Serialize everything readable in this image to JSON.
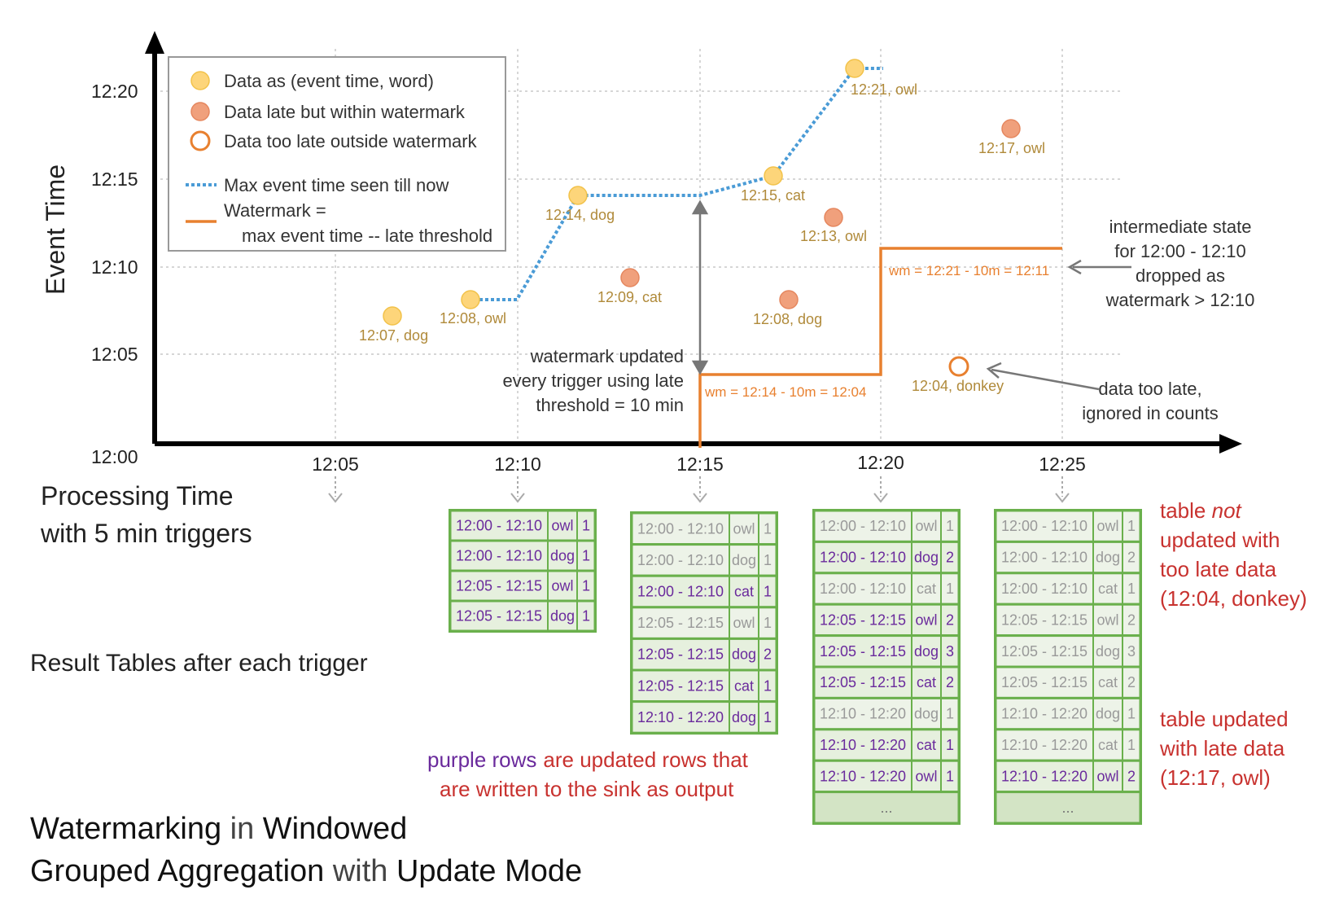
{
  "axes": {
    "y_title": "Event Time",
    "y_ticks": [
      "12:00",
      "12:05",
      "12:10",
      "12:15",
      "12:20"
    ],
    "x_ticks": [
      "12:05",
      "12:10",
      "12:15",
      "12:20",
      "12:25"
    ],
    "x_title_line1": "Processing Time",
    "x_title_line2": "with 5 min triggers"
  },
  "legend": {
    "data": "Data as (event time, word)",
    "late": "Data late but within watermark",
    "too_late": "Data too late outside watermark",
    "max_event": "Max event time seen till now",
    "watermark_line1": "Watermark =",
    "watermark_line2": "max event time -- late threshold"
  },
  "points": [
    {
      "label": "12:07, dog",
      "kind": "on_time"
    },
    {
      "label": "12:08, owl",
      "kind": "on_time"
    },
    {
      "label": "12:14, dog",
      "kind": "on_time"
    },
    {
      "label": "12:09, cat",
      "kind": "late"
    },
    {
      "label": "12:15, cat",
      "kind": "on_time"
    },
    {
      "label": "12:08, dog",
      "kind": "late"
    },
    {
      "label": "12:13, owl",
      "kind": "late"
    },
    {
      "label": "12:21, owl",
      "kind": "on_time"
    },
    {
      "label": "12:04, donkey",
      "kind": "too_late"
    },
    {
      "label": "12:17, owl",
      "kind": "late"
    }
  ],
  "watermark_labels": {
    "first": "wm = 12:14 - 10m = 12:04",
    "second": "wm = 12:21 - 10m = 12:11"
  },
  "annotations": {
    "wm_update": [
      "watermark updated",
      "every trigger using late",
      "threshold = 10 min"
    ],
    "intermediate": [
      "intermediate state",
      "for 12:00 - 12:10",
      "dropped as",
      "watermark > 12:10"
    ],
    "too_late": [
      "data too late,",
      "ignored in counts"
    ]
  },
  "result_label": "Result Tables after each trigger",
  "tables": [
    {
      "rows": [
        {
          "window": "12:00 - 12:10",
          "word": "owl",
          "count": "1",
          "updated": true
        },
        {
          "window": "12:00 - 12:10",
          "word": "dog",
          "count": "1",
          "updated": true
        },
        {
          "window": "12:05 - 12:15",
          "word": "owl",
          "count": "1",
          "updated": true
        },
        {
          "window": "12:05 - 12:15",
          "word": "dog",
          "count": "1",
          "updated": true
        }
      ],
      "ellipsis": ""
    },
    {
      "rows": [
        {
          "window": "12:00 - 12:10",
          "word": "owl",
          "count": "1",
          "updated": false
        },
        {
          "window": "12:00 - 12:10",
          "word": "dog",
          "count": "1",
          "updated": false
        },
        {
          "window": "12:00 - 12:10",
          "word": "cat",
          "count": "1",
          "updated": true
        },
        {
          "window": "12:05 - 12:15",
          "word": "owl",
          "count": "1",
          "updated": false
        },
        {
          "window": "12:05 - 12:15",
          "word": "dog",
          "count": "2",
          "updated": true
        },
        {
          "window": "12:05 - 12:15",
          "word": "cat",
          "count": "1",
          "updated": true
        },
        {
          "window": "12:10 - 12:20",
          "word": "dog",
          "count": "1",
          "updated": true
        }
      ],
      "ellipsis": ""
    },
    {
      "rows": [
        {
          "window": "12:00 - 12:10",
          "word": "owl",
          "count": "1",
          "updated": false
        },
        {
          "window": "12:00 - 12:10",
          "word": "dog",
          "count": "2",
          "updated": true
        },
        {
          "window": "12:00 - 12:10",
          "word": "cat",
          "count": "1",
          "updated": false
        },
        {
          "window": "12:05 - 12:15",
          "word": "owl",
          "count": "2",
          "updated": true
        },
        {
          "window": "12:05 - 12:15",
          "word": "dog",
          "count": "3",
          "updated": true
        },
        {
          "window": "12:05 - 12:15",
          "word": "cat",
          "count": "2",
          "updated": true
        },
        {
          "window": "12:10 - 12:20",
          "word": "dog",
          "count": "1",
          "updated": false
        },
        {
          "window": "12:10 - 12:20",
          "word": "cat",
          "count": "1",
          "updated": true
        },
        {
          "window": "12:10 - 12:20",
          "word": "owl",
          "count": "1",
          "updated": true
        }
      ],
      "ellipsis": "..."
    },
    {
      "rows": [
        {
          "window": "12:00 - 12:10",
          "word": "owl",
          "count": "1",
          "updated": false
        },
        {
          "window": "12:00 - 12:10",
          "word": "dog",
          "count": "2",
          "updated": false
        },
        {
          "window": "12:00 - 12:10",
          "word": "cat",
          "count": "1",
          "updated": false
        },
        {
          "window": "12:05 - 12:15",
          "word": "owl",
          "count": "2",
          "updated": false
        },
        {
          "window": "12:05 - 12:15",
          "word": "dog",
          "count": "3",
          "updated": false
        },
        {
          "window": "12:05 - 12:15",
          "word": "cat",
          "count": "2",
          "updated": false
        },
        {
          "window": "12:10 - 12:20",
          "word": "dog",
          "count": "1",
          "updated": false
        },
        {
          "window": "12:10 - 12:20",
          "word": "cat",
          "count": "1",
          "updated": false
        },
        {
          "window": "12:10 - 12:20",
          "word": "owl",
          "count": "2",
          "updated": true
        }
      ],
      "ellipsis": "..."
    }
  ],
  "notes": {
    "purple_rows": "purple rows",
    "are_updated": "are updated rows that",
    "written_sink": "are written to the sink as output",
    "not_updated_1": "table ",
    "not_updated_not": "not",
    "not_updated_2": "updated with",
    "not_updated_3": "too late data",
    "not_updated_4": "(12:04, donkey)",
    "updated_1": "table updated",
    "updated_2": "with late data",
    "updated_3": "(12:17, owl)"
  },
  "title": {
    "w1": "Watermarking",
    "w2": " in ",
    "w3": "Windowed",
    "w4": "Grouped Aggregation",
    "w5": " with ",
    "w6": "Update Mode"
  },
  "colors": {
    "on_time_fill": "#fdd57a",
    "late_fill": "#f0a07c",
    "too_late_stroke": "#e8802f",
    "max_event_line": "#4a9bd6",
    "watermark_line": "#e8802f",
    "table_border": "#6ab04c",
    "table_fill": "#e3efdb",
    "updated_text": "#6a2a9c",
    "stale_text": "#999999",
    "note_red": "#c8322f"
  }
}
